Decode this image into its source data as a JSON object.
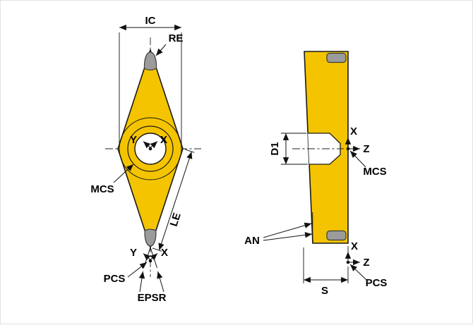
{
  "front": {
    "ic": "IC",
    "re": "RE",
    "y_center": "Y",
    "x_center": "X",
    "mcs": "MCS",
    "le": "LE",
    "y_tip": "Y",
    "x_tip": "X",
    "pcs": "PCS",
    "epsr": "EPSR"
  },
  "side": {
    "d1": "D1",
    "x_mid": "X",
    "z_mid": "Z",
    "mcs": "MCS",
    "an": "AN",
    "x_bottom": "X",
    "z_bottom": "Z",
    "pcs": "PCS",
    "s": "S"
  },
  "colors": {
    "insert_fill": "#f4c400",
    "tip_fill": "#9b9b9b",
    "hole_fill": "#ffffff",
    "outline": "#1a1a1a"
  }
}
